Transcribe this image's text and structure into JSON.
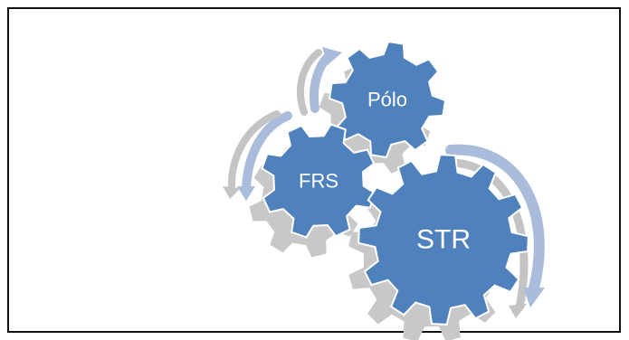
{
  "gears": [
    {
      "id": "polo",
      "label": "Pólo"
    },
    {
      "id": "frs",
      "label": "FRS"
    },
    {
      "id": "str",
      "label": "STR"
    }
  ],
  "colors": {
    "gear_fill": "#4f81bd",
    "gear_stroke": "#ffffff",
    "shadow_gear": "#c8c8c8",
    "arrow_blue": "#a9bcdb",
    "arrow_gray": "#c4c4c4",
    "frame_border": "#111111"
  }
}
